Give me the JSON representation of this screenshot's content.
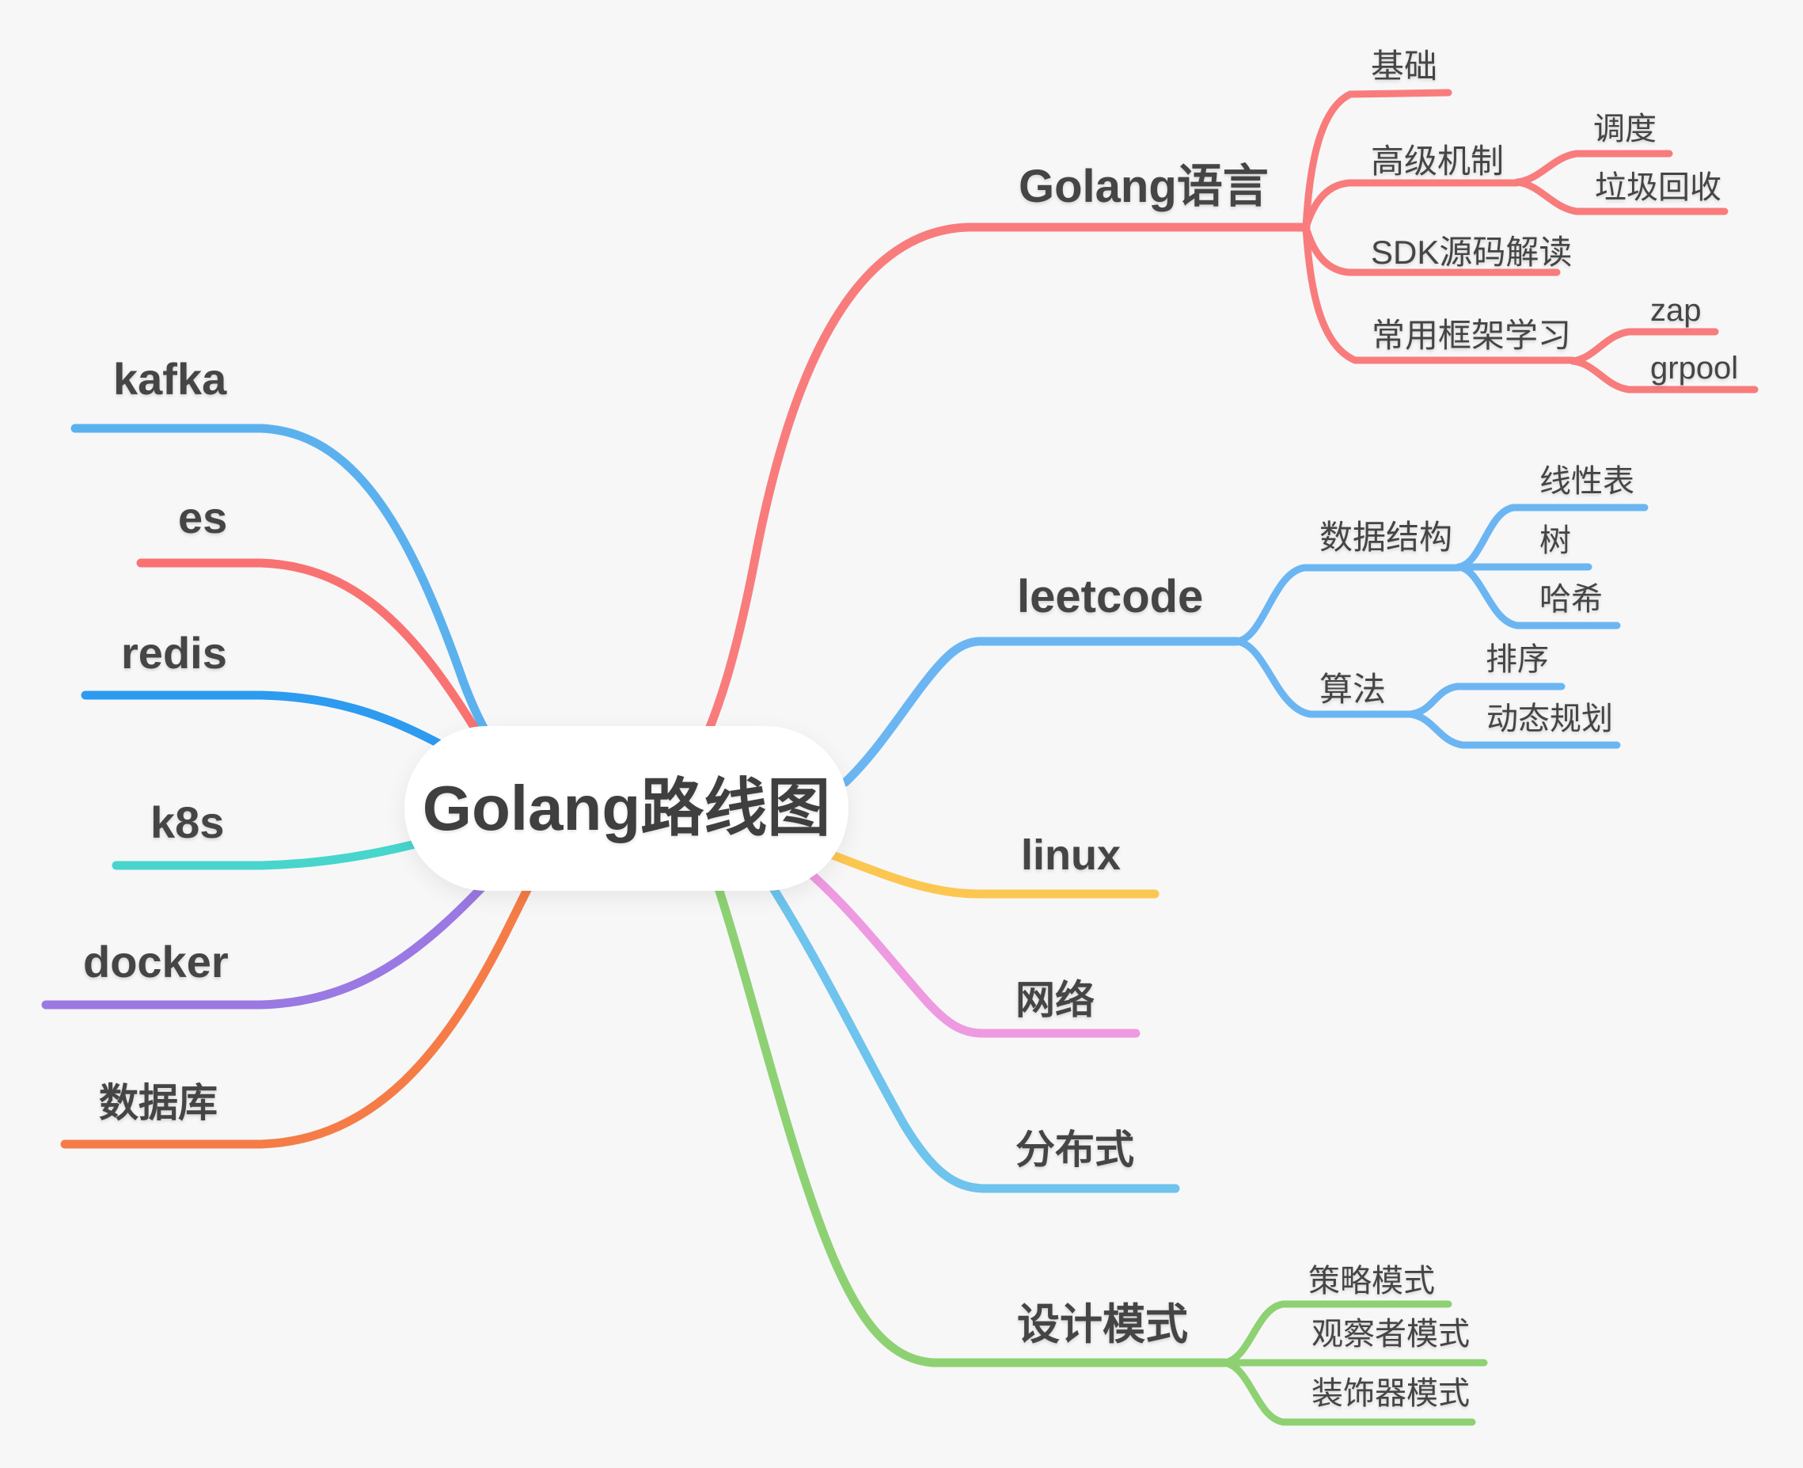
{
  "app": {
    "type": "mindmap-canvas",
    "background_color": "#f7f7f8",
    "text_color": "#454545"
  },
  "mindmap": {
    "center": {
      "label": "Golang路线图",
      "fill": "#ffffff"
    },
    "branches": [
      {
        "label": "kafka",
        "color": "#5bb1ee",
        "side": "left",
        "children": []
      },
      {
        "label": "es",
        "color": "#f97272",
        "side": "left",
        "children": []
      },
      {
        "label": "redis",
        "color": "#2d9bf0",
        "side": "left",
        "children": []
      },
      {
        "label": "k8s",
        "color": "#48d5cc",
        "side": "left",
        "children": []
      },
      {
        "label": "docker",
        "color": "#9a79e2",
        "side": "left",
        "children": []
      },
      {
        "label": "数据库",
        "color": "#f57c47",
        "side": "left",
        "children": []
      },
      {
        "label": "Golang语言",
        "color": "#f97c7c",
        "side": "right",
        "children": [
          {
            "label": "基础",
            "children": []
          },
          {
            "label": "高级机制",
            "children": [
              {
                "label": "调度"
              },
              {
                "label": "垃圾回收"
              }
            ]
          },
          {
            "label": "SDK源码解读",
            "children": []
          },
          {
            "label": "常用框架学习",
            "children": [
              {
                "label": "zap"
              },
              {
                "label": "grpool"
              }
            ]
          }
        ]
      },
      {
        "label": "leetcode",
        "color": "#6bb6f2",
        "side": "right",
        "children": [
          {
            "label": "数据结构",
            "children": [
              {
                "label": "线性表"
              },
              {
                "label": "树"
              },
              {
                "label": "哈希"
              }
            ]
          },
          {
            "label": "算法",
            "children": [
              {
                "label": "排序"
              },
              {
                "label": "动态规划"
              }
            ]
          }
        ]
      },
      {
        "label": "linux",
        "color": "#fcc751",
        "side": "right",
        "children": []
      },
      {
        "label": "网络",
        "color": "#ee9ae0",
        "side": "right",
        "children": []
      },
      {
        "label": "分布式",
        "color": "#6ec4ec",
        "side": "right",
        "children": []
      },
      {
        "label": "设计模式",
        "color": "#8ed173",
        "side": "right",
        "children": [
          {
            "label": "策略模式"
          },
          {
            "label": "观察者模式"
          },
          {
            "label": "装饰器模式"
          }
        ]
      }
    ]
  }
}
